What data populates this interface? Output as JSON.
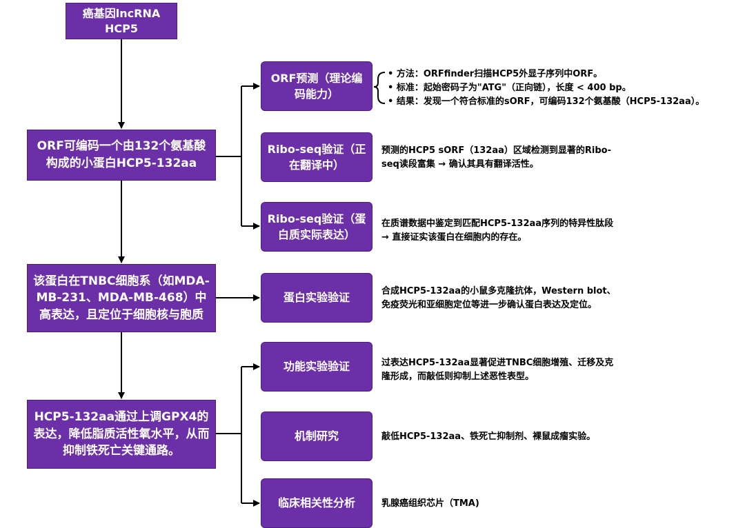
{
  "top": {
    "line1": "癌基因lncRNA",
    "line2": "HCP5"
  },
  "left_boxes": [
    {
      "text": "ORF可编码一个由132个氨基酸构成的小蛋白HCP5-132aa"
    },
    {
      "text": "该蛋白在TNBC细胞系（如MDA-MB-231、MDA-MB-468）中高表达，且定位于细胞核与胞质"
    },
    {
      "text": "HCP5-132aa通过上调GPX4的表达，降低脂质活性氧水平，从而抑制铁死亡关键通路。"
    }
  ],
  "right_boxes": [
    {
      "label": "ORF预测（理论编码能力）",
      "desc": [
        "• 方法：ORFfinder扫描HCP5外显子序列中ORF。",
        "• 标准：起始密码子为\"ATG\"（正向链），长度 < 400 bp。",
        "• 结果：发现一个符合标准的sORF，可编码132个氨基酸（HCP5-132aa）。"
      ]
    },
    {
      "label": "Ribo-seq验证（正在翻译中）",
      "desc": [
        "预测的HCP5 sORF（132aa）区域检测到显著的Ribo-",
        "seq读段富集 → 确认其具有翻译活性。"
      ]
    },
    {
      "label": "Ribo-seq验证（蛋白质实际表达）",
      "desc": [
        "在质谱数据中鉴定到匹配HCP5-132aa序列的特异性肽段",
        "→ 直接证实该蛋白在细胞内的存在。"
      ]
    },
    {
      "label": "蛋白实验验证",
      "desc": [
        "合成HCP5-132aa的小鼠多克隆抗体，Western blot、",
        "免疫荧光和亚细胞定位等进一步确认蛋白表达及定位。"
      ]
    },
    {
      "label": "功能实验验证",
      "desc": [
        "过表达HCP5-132aa显著促进TNBC细胞增殖、迁移及克",
        "隆形成，而敲低则抑制上述恶性表型。"
      ]
    },
    {
      "label": "机制研究",
      "desc": [
        "敲低HCP5-132aa、铁死亡抑制剂、裸鼠成瘤实验。"
      ]
    },
    {
      "label": "临床相关性分析",
      "desc": [
        "乳腺癌组织芯片（TMA)"
      ]
    }
  ],
  "colors": {
    "box_fill": "#6b2fa8",
    "arrow": "#000000"
  }
}
